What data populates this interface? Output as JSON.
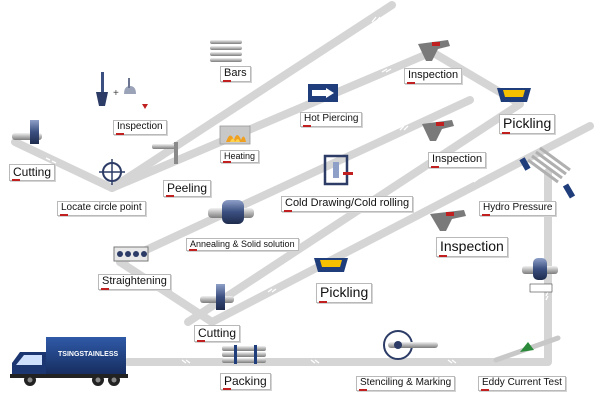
{
  "diagram": {
    "steps": {
      "bars": "Bars",
      "inspection_1": "Inspection",
      "inspection_2": "Inspection",
      "hot_piercing": "Hot Piercing",
      "heating": "Heating",
      "cutting_1": "Cutting",
      "peeling": "Peeling",
      "locate_circle_point": "Locate circle point",
      "pickling_1": "Pickling",
      "inspection_3": "Inspection",
      "cold_drawing": "Cold Drawing/Cold rolling",
      "annealing": "Annealing & Solid solution",
      "hydro_pressure": "Hydro Pressure",
      "inspection_4": "Inspection",
      "straightening": "Straightening",
      "pickling_2": "Pickling",
      "cutting_2": "Cutting",
      "packing": "Packing",
      "stenciling": "Stenciling & Marking",
      "eddy_current": "Eddy Current Test"
    },
    "truck_text": "TSINGSTAINLESS"
  },
  "colors": {
    "path": "#d5d5d5",
    "chevron": "#ffffff",
    "label_accent": "#c02020",
    "truck": "#1f3d7a",
    "steel": "#4a5d8a"
  }
}
